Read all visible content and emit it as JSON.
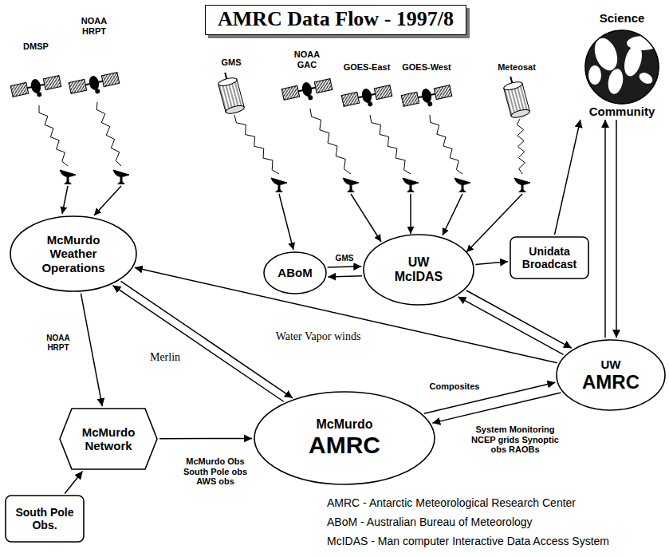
{
  "diagram": {
    "title": "AMRC Data Flow - 1997/8",
    "nodes": [
      {
        "text": [
          "Science",
          "Community"
        ]
      },
      {
        "text": [
          "McMurdo Weather Operations"
        ]
      },
      {
        "text": [
          "ABoM"
        ]
      },
      {
        "text": [
          "UW McIDAS"
        ]
      },
      {
        "text": [
          "Unidata Broadcast"
        ]
      },
      {
        "text": [
          "UW",
          "AMRC"
        ]
      },
      {
        "text": [
          "McMurdo Network"
        ]
      },
      {
        "text": [
          "McMurdo",
          "AMRC"
        ]
      },
      {
        "text": [
          "South Pole Obs."
        ]
      }
    ],
    "edges": [
      {
        "from": 2,
        "to": 3,
        "label": "GMS",
        "arrow": "to"
      },
      {
        "from": 3,
        "to": 2,
        "arrow": "to"
      },
      {
        "from": 3,
        "to": 4,
        "arrow": "to"
      },
      {
        "from": 4,
        "to": 0,
        "arrow": "to"
      },
      {
        "from": 5,
        "to": 0,
        "arrow": "to"
      },
      {
        "from": 0,
        "to": 5,
        "arrow": "to"
      },
      {
        "from": 3,
        "to": 5,
        "arrow": "to"
      },
      {
        "from": 5,
        "to": 3,
        "arrow": "to"
      },
      {
        "from": 5,
        "to": 1,
        "label": "Water Vapor winds",
        "arrow": "to"
      },
      {
        "from": 1,
        "to": 7,
        "label": "Merlin",
        "arrow": "to"
      },
      {
        "from": 7,
        "to": 1,
        "arrow": "to"
      },
      {
        "from": 1,
        "to": 6,
        "label": "NOAA HRPT",
        "arrow": "to"
      },
      {
        "from": 8,
        "to": 6,
        "arrow": "to"
      },
      {
        "from": 6,
        "to": 7,
        "label": "McMurdo Obs South Pole obs AWS obs",
        "arrow": "to"
      },
      {
        "from": 7,
        "to": 5,
        "label": "Composites",
        "arrow": "to"
      },
      {
        "from": 5,
        "to": 7,
        "label": "System Monitoring NCEP grids Synoptic obs RAOBs",
        "arrow": "to"
      }
    ],
    "labels": [
      "DMSP",
      "NOAA HRPT",
      "GMS",
      "NOAA GAC",
      "GOES-East",
      "GOES-West",
      "Meteosat",
      "AMRC - Antarctic Meteorological Research Center",
      "ABoM - Australian Bureau of Meteorology",
      "McIDAS - Man computer Interactive Data Access System"
    ]
  }
}
